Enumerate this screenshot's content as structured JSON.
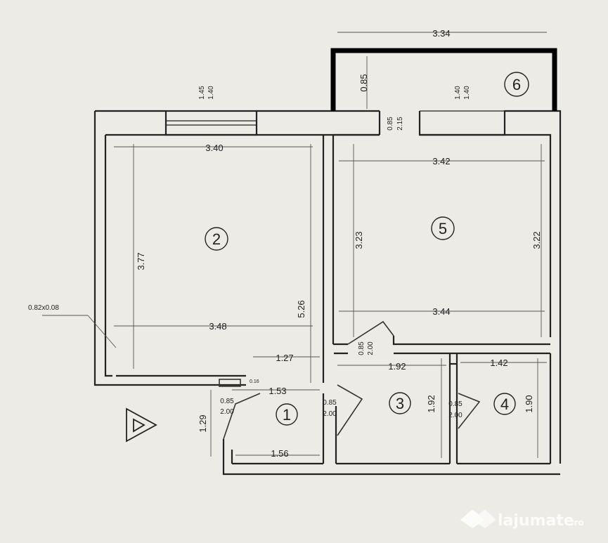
{
  "plan": {
    "rooms": [
      {
        "id": "1",
        "label": "1"
      },
      {
        "id": "2",
        "label": "2"
      },
      {
        "id": "3",
        "label": "3"
      },
      {
        "id": "4",
        "label": "4"
      },
      {
        "id": "5",
        "label": "5"
      },
      {
        "id": "6",
        "label": "6"
      }
    ],
    "dimensions": {
      "balcony_width": "3.34",
      "balcony_depth": "0.85",
      "win_room2_w": "1.45",
      "win_room2_h": "1.40",
      "win_room5_w": "1.40",
      "win_room5_h": "1.40",
      "balcony_door_w": "0.85",
      "balcony_door_h": "2.15",
      "room2_top": "3.40",
      "room2_bottom": "3.48",
      "room2_left": "3.77",
      "room2_right": "5.26",
      "room5_top": "3.42",
      "room5_bottom": "3.44",
      "room5_left": "3.23",
      "room5_right": "3.22",
      "door5_w": "0.85",
      "door5_h": "2.00",
      "hall_1_27": "1.27",
      "hall_1_92": "1.92",
      "hall_1_53": "1.53",
      "hall_1_56": "1.56",
      "hall_1_29": "1.29",
      "room4_1_42": "1.42",
      "room3_1_92": "1.92",
      "room4_1_90": "1.90",
      "entry_door_w": "0.85",
      "entry_door_h": "2.00",
      "door1_w": "0.85",
      "door1_h": "2.00",
      "door4_w": "0.85",
      "door4_h": "2.00",
      "niche_label": "0.82x0.08",
      "niche_small": "0.16"
    }
  },
  "watermark": {
    "brand": "lajumate",
    "suffix": ".ro"
  },
  "icons": {
    "entry": "triangle-entry-icon",
    "logo": "lajumate-logo-icon"
  }
}
